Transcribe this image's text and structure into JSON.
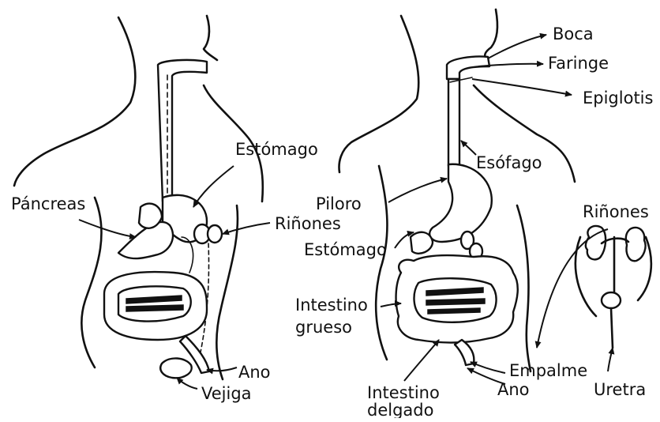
{
  "left_figure": {
    "labels": {
      "estomago": "Estómago",
      "pancreas": "Páncreas",
      "rinones": "Riñones",
      "ano": "Ano",
      "vejiga": "Vejiga"
    }
  },
  "right_figure": {
    "labels": {
      "boca": "Boca",
      "faringe": "Faringe",
      "epiglotis": "Epiglotis",
      "esofago": "Esófago",
      "piloro": "Piloro",
      "estomago": "Estómago",
      "rinones": "Riñones",
      "intestino_grueso_1": "Intestino",
      "intestino_grueso_2": "grueso",
      "empalme": "Empalme",
      "ano": "Ano",
      "uretra": "Uretra",
      "intestino_delgado_1": "Intestino",
      "intestino_delgado_2": "delgado"
    }
  },
  "colors": {
    "ink": "#111111",
    "background": "#ffffff"
  }
}
